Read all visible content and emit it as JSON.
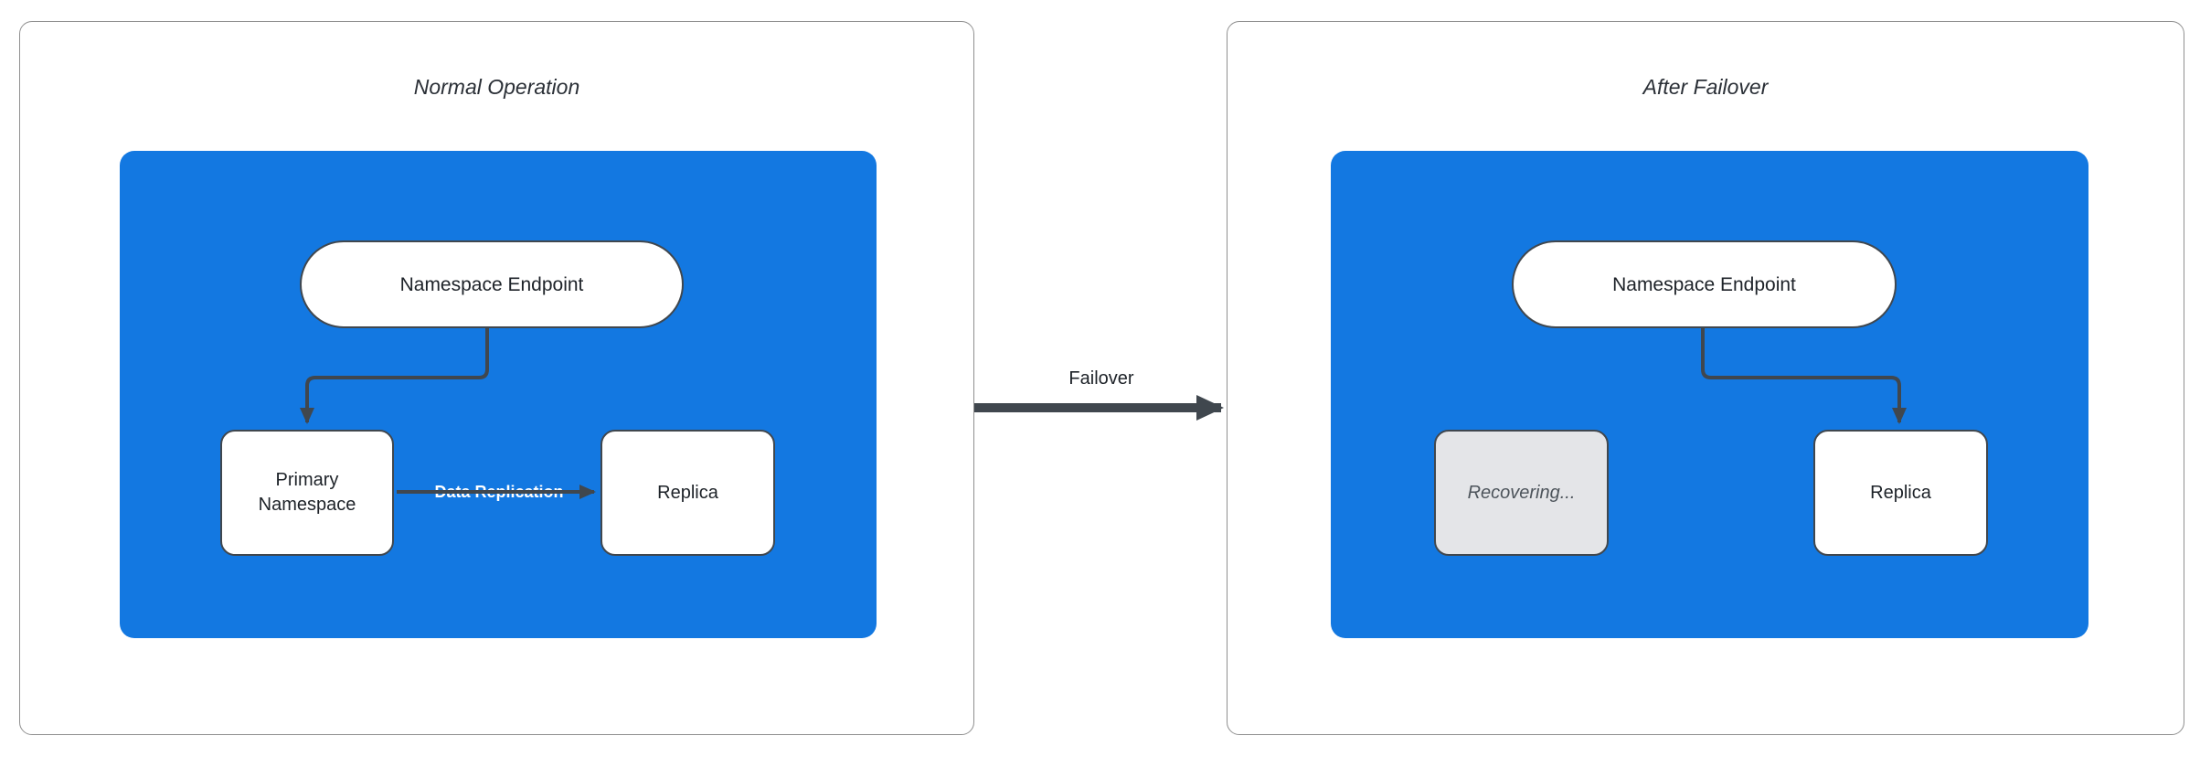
{
  "colors": {
    "blue": "#1378e1",
    "stroke": "#40474e",
    "panel_border": "#8f8f8f",
    "node_border": "#40474e",
    "recovering_fill": "#e4e5e8",
    "recovering_text": "#4d545b",
    "text": "#1d2228",
    "title": "#2a2f36"
  },
  "left_panel": {
    "title": "Normal Operation",
    "endpoint": "Namespace Endpoint",
    "primary": "Primary Namespace",
    "replication_label": "Data Replication",
    "replica": "Replica"
  },
  "failover": {
    "label": "Failover"
  },
  "right_panel": {
    "title": "After Failover",
    "endpoint": "Namespace Endpoint",
    "recovering": "Recovering...",
    "replica": "Replica"
  }
}
